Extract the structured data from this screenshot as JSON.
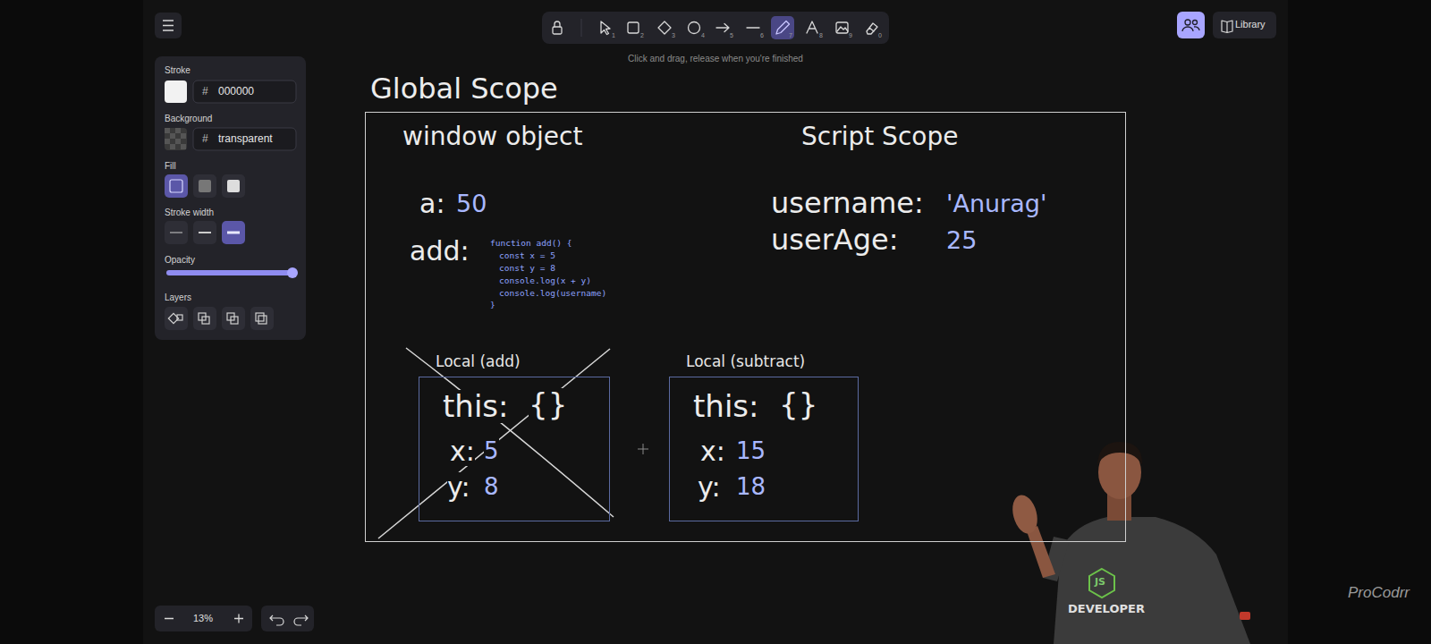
{
  "diagram": {
    "nodes": [
      {
        "text": [
          "Global Scope"
        ]
      },
      {
        "text": [
          "Local (add)",
          "this:",
          "{}",
          "x:",
          "5",
          "y:",
          "8"
        ],
        "in": 0
      },
      {
        "text": [
          "Local (subtract)",
          "this:",
          "{}",
          "x:",
          "15",
          "y:",
          "18"
        ],
        "in": 0
      }
    ],
    "labels": [
      "window object",
      "a:",
      "50",
      "add:",
      "function add() {",
      "const x = 5",
      "const y = 8",
      "console.log(x + y)",
      "console.log(username)",
      "}",
      "Script Scope",
      "username:",
      "'Anurag'",
      "userAge:",
      "25",
      "Stroke",
      "#",
      "000000",
      "Background",
      "#",
      "transparent",
      "Fill",
      "Stroke width",
      "Opacity",
      "Layers",
      "Click and drag, release when you're finished",
      "Library",
      "13%",
      "1",
      "2",
      "3",
      "4",
      "5",
      "6",
      "7",
      "8",
      "9",
      "0",
      "ProCodrr",
      "DEVELOPER",
      "JS"
    ]
  }
}
